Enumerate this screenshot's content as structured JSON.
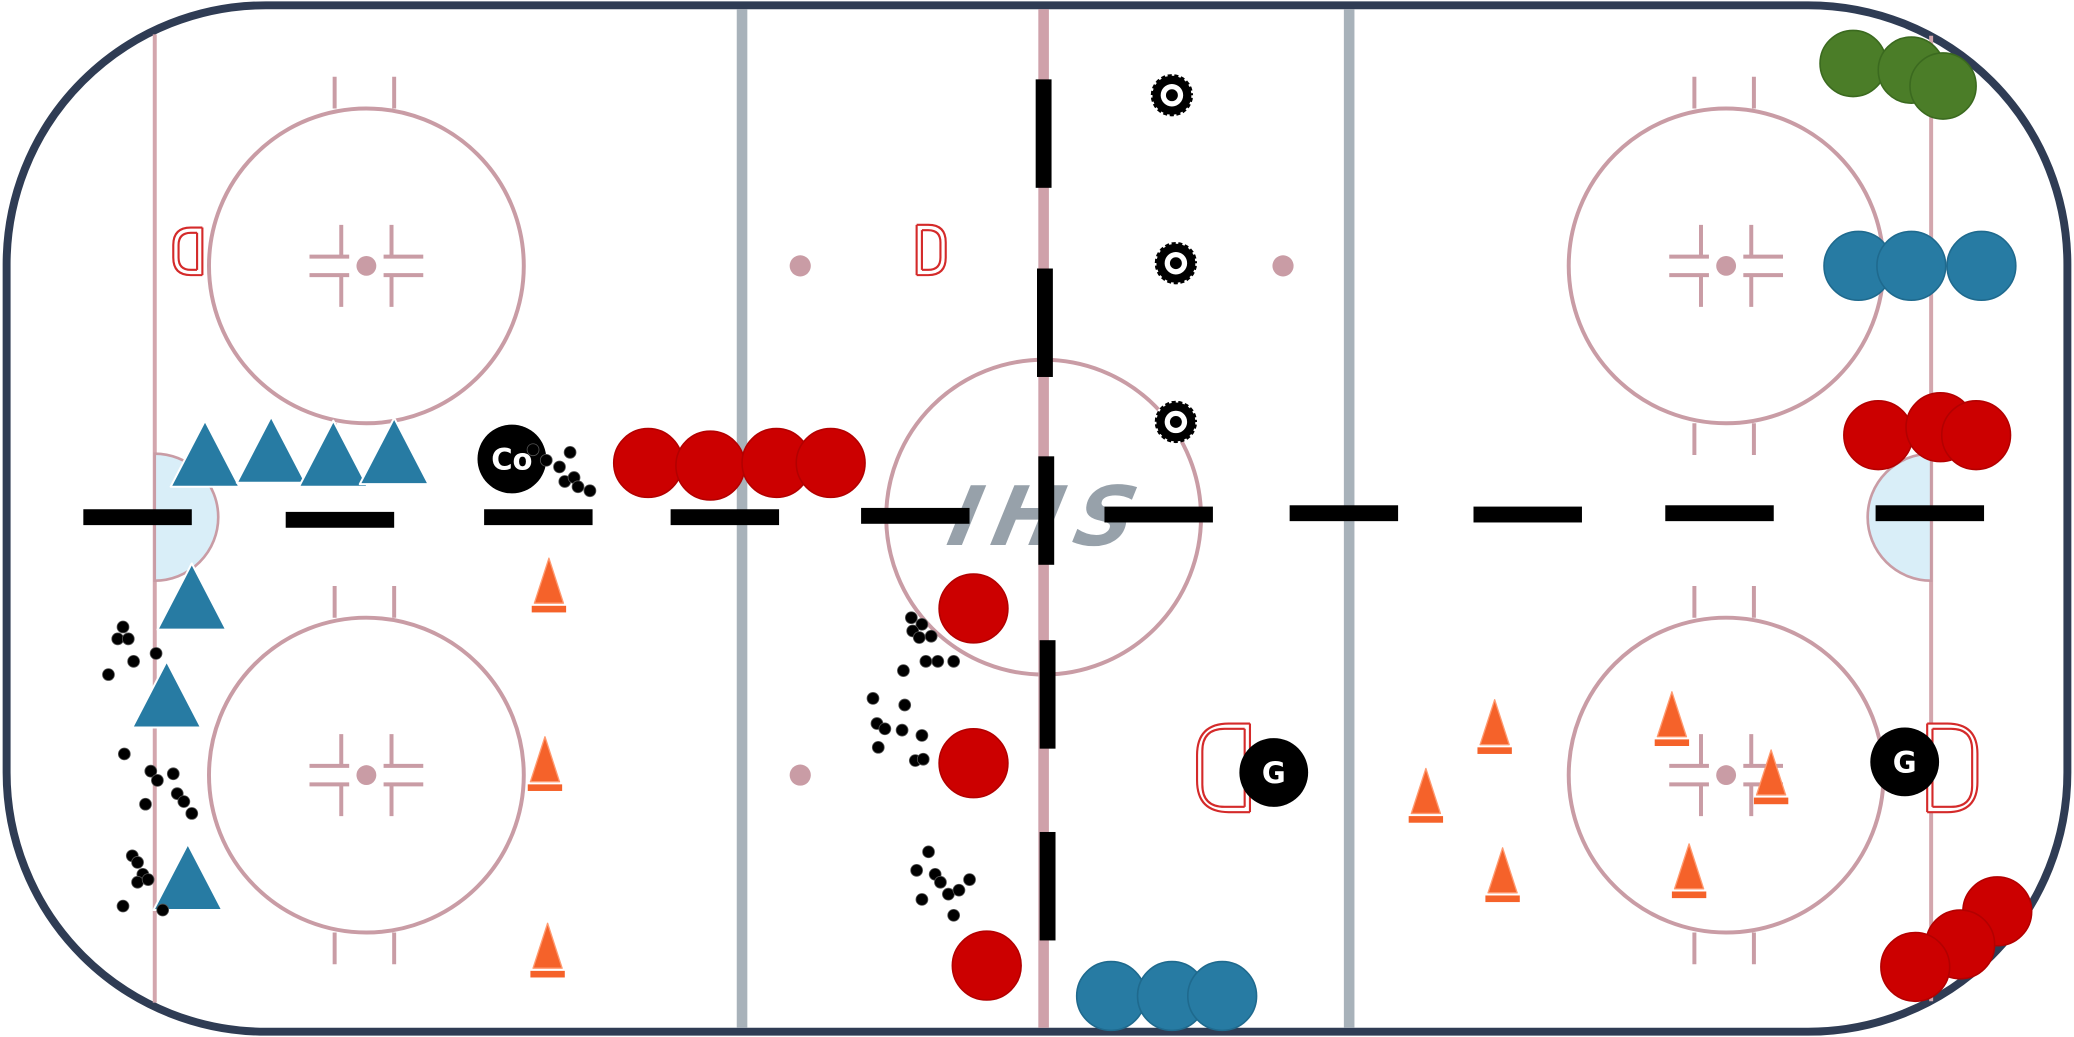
{
  "logo": {
    "text": "IHS"
  },
  "coach": {
    "label": "Co"
  },
  "goalies": [
    {
      "label": "G"
    },
    {
      "label": "G"
    }
  ],
  "colors": {
    "boards": "#2f3c54",
    "ice": "#ffffff",
    "red_line": "#cfa1aa",
    "goal_line": "#d3a6ad",
    "blue_line": "#a8b2ba",
    "faceoff_marking": "#c99ca5",
    "crease_fill": "#d9eef8",
    "crease_stroke": "#c99ca5",
    "net": "#d42a2a",
    "logo": "#97a1aa",
    "drill_line": "#000000",
    "red_player": "#cc0000",
    "blue_player": "#277ba3",
    "green_player": "#4b7d28",
    "triangle_player": "#277ba3",
    "cone": "#f5622a",
    "puck": "#000000",
    "tire": "#000000",
    "marker": "#000000",
    "marker_text": "#ffffff"
  },
  "icons": {
    "player": "player-circle-icon",
    "triangle_player": "triangle-player-icon",
    "cone": "cone-icon",
    "puck": "puck-icon",
    "tire": "tire-icon",
    "net": "goal-net-icon",
    "coach": "coach-marker-icon",
    "goalie": "goalie-marker-icon"
  }
}
